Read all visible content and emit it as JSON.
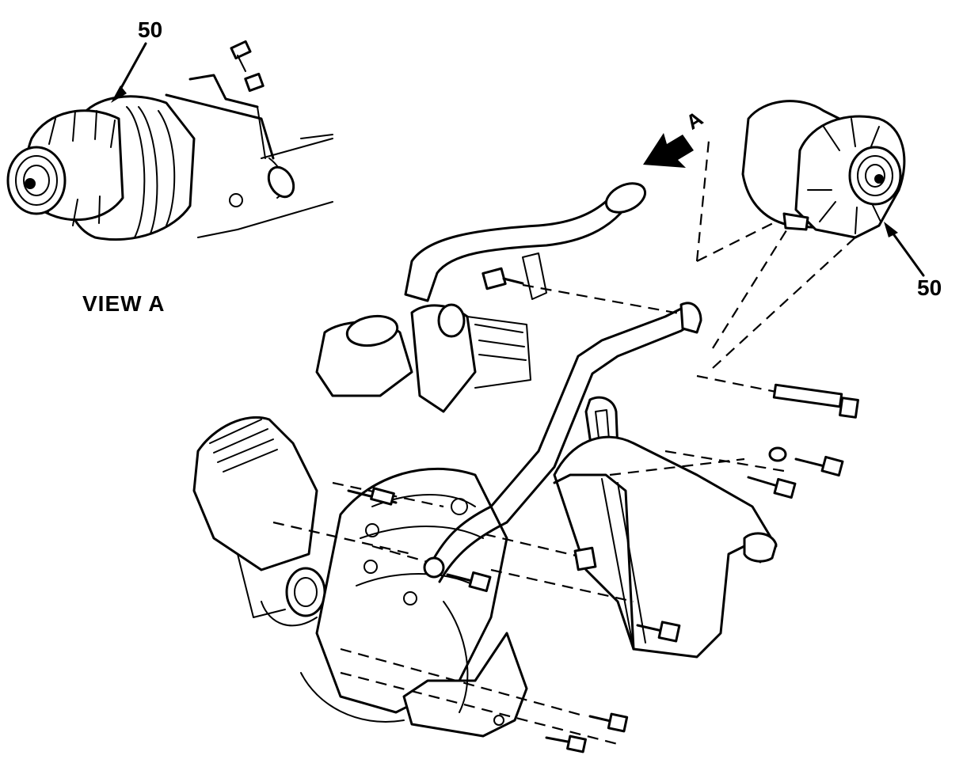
{
  "diagram": {
    "callouts": {
      "top": "50",
      "right": "50"
    },
    "view_title": "VIEW A",
    "view_arrow_letter": "A"
  },
  "colors": {
    "ink": "#000000",
    "paper": "#ffffff"
  }
}
